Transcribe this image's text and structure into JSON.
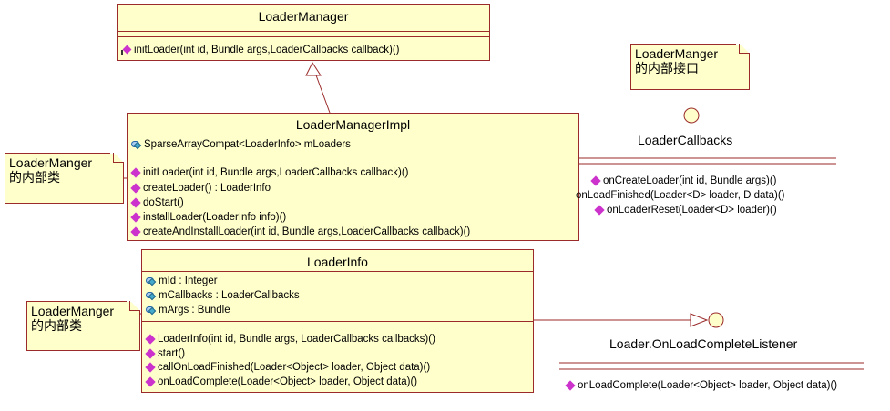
{
  "loader_manager": {
    "name": "LoaderManager",
    "methods": [
      "initLoader(int id, Bundle args,LoaderCallbacks callback)()"
    ]
  },
  "loader_manager_impl": {
    "name": "LoaderManagerImpl",
    "attributes": [
      "SparseArrayCompat<LoaderInfo> mLoaders"
    ],
    "methods": [
      "initLoader(int id, Bundle args,LoaderCallbacks callback)()",
      "createLoader() : LoaderInfo",
      "doStart()",
      "installLoader(LoaderInfo info)()",
      "createAndInstallLoader(int id, Bundle args,LoaderCallbacks callback)()"
    ]
  },
  "loader_info": {
    "name": "LoaderInfo",
    "attributes": [
      "mId : Integer",
      "mCallbacks : LoaderCallbacks",
      "mArgs : Bundle"
    ],
    "methods": [
      "LoaderInfo(int id, Bundle args, LoaderCallbacks callbacks)()",
      "start()",
      "callOnLoadFinished(Loader<Object> loader, Object data)()",
      "onLoadComplete(Loader<Object> loader, Object data)()"
    ]
  },
  "loader_callbacks": {
    "name": "LoaderCallbacks",
    "methods": [
      "onCreateLoader(int id, Bundle args)()",
      "onLoadFinished(Loader<D> loader, D data)()",
      "onLoaderReset(Loader<D> loader)()"
    ]
  },
  "on_load_complete_listener": {
    "name": "Loader.OnLoadCompleteListener",
    "methods": [
      "onLoadComplete(Loader<Object> loader, Object data)()"
    ]
  },
  "notes": {
    "interface_note": {
      "line1": "LoaderManger",
      "line2": "的内部接口"
    },
    "inner_class_note_1": {
      "line1": "LoaderManger",
      "line2": "的内部类"
    },
    "inner_class_note_2": {
      "line1": "LoaderManger",
      "line2": "的内部类"
    }
  }
}
